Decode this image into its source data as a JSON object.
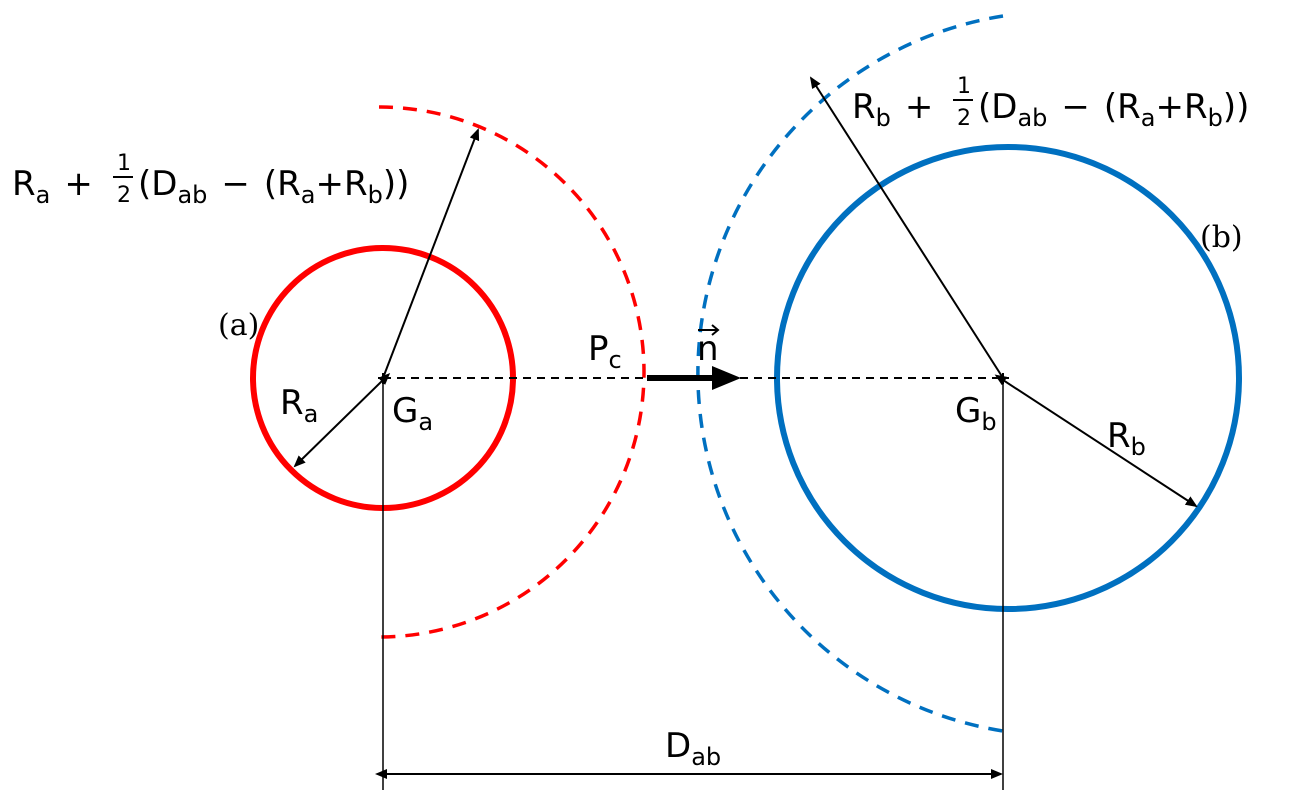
{
  "colors": {
    "circle_a": "#ff0000",
    "circle_b": "#0070c0",
    "line": "#000000"
  },
  "labels": {
    "circle_a_tag": "(a)",
    "circle_b_tag": "(b)",
    "radius_a": {
      "main": "R",
      "sub": "a"
    },
    "radius_b": {
      "main": "R",
      "sub": "b"
    },
    "center_a": {
      "main": "G",
      "sub": "a"
    },
    "center_b": {
      "main": "G",
      "sub": "b"
    },
    "contact_point": {
      "main": "P",
      "sub": "c"
    },
    "normal": "n",
    "distance": {
      "main": "D",
      "sub": "ab"
    }
  },
  "formula_a": {
    "r": "R",
    "r_sub": "a",
    "plus": "+",
    "frac_num": "1",
    "frac_den": "2",
    "open": "(D",
    "d_sub": "ab",
    "minus": "−",
    "inner_open": "(R",
    "inner_sub1": "a",
    "inner_plus": "+R",
    "inner_sub2": "b",
    "close": "))"
  },
  "formula_b": {
    "r": "R",
    "r_sub": "b",
    "plus": "+",
    "frac_num": "1",
    "frac_den": "2",
    "open": "(D",
    "d_sub": "ab",
    "minus": "−",
    "inner_open": "(R",
    "inner_sub1": "a",
    "inner_plus": "+R",
    "inner_sub2": "b",
    "close": "))"
  }
}
